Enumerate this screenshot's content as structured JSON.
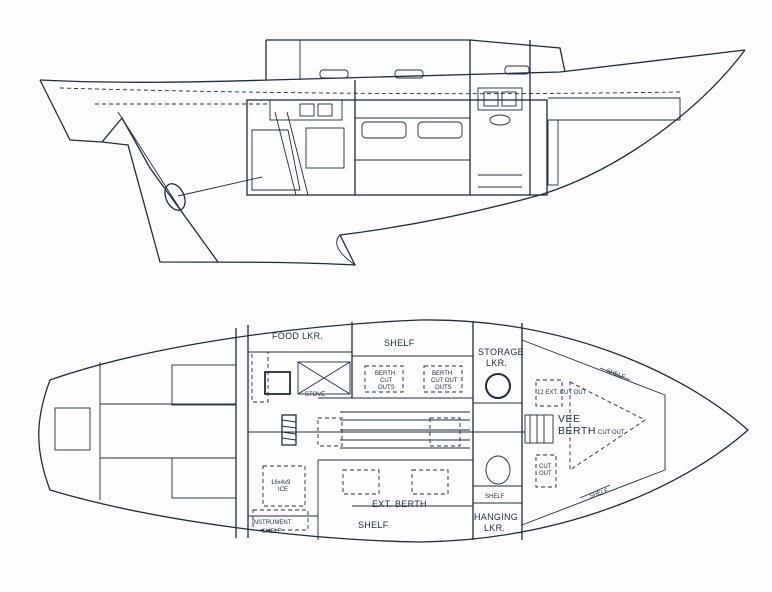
{
  "plan_labels": {
    "food_locker": "FOOD LKR.",
    "shelf_top": "SHELF",
    "storage_locker_line1": "STORAGE",
    "storage_locker_line2": "LKR.",
    "shelf_fwd_top": "SHELF",
    "berth_cutouts_1_line1": "BERTH",
    "berth_cutouts_1_line2": "CUT",
    "berth_cutouts_1_line3": "OUTS",
    "berth_cutouts_2_line1": "BERTH",
    "berth_cutouts_2_line2": "CUT OUT",
    "berth_cutouts_2_line3": "OUTS",
    "stove": "STOVE",
    "vee_berth_line1": "VEE",
    "vee_berth_line2": "BERTH",
    "cut_out_vee": "CUT OUT",
    "ext_cut_out": "12 EXT. CUT OUT",
    "cut_out_small_line1": "CUT",
    "cut_out_small_line2": "OUT",
    "ice_line1": "16x4x9",
    "ice_line2": "ICE",
    "ext_berth": "EXT. BERTH",
    "shelf_head": "SHELF",
    "shelf_fwd_bottom": "SHELF",
    "instrument_shelf_line1": "INSTRUMENT",
    "instrument_shelf_line2": "SHELF",
    "shelf_bottom": "SHELF",
    "hanging_locker_line1": "HANGING",
    "hanging_locker_line2": "LKR."
  }
}
